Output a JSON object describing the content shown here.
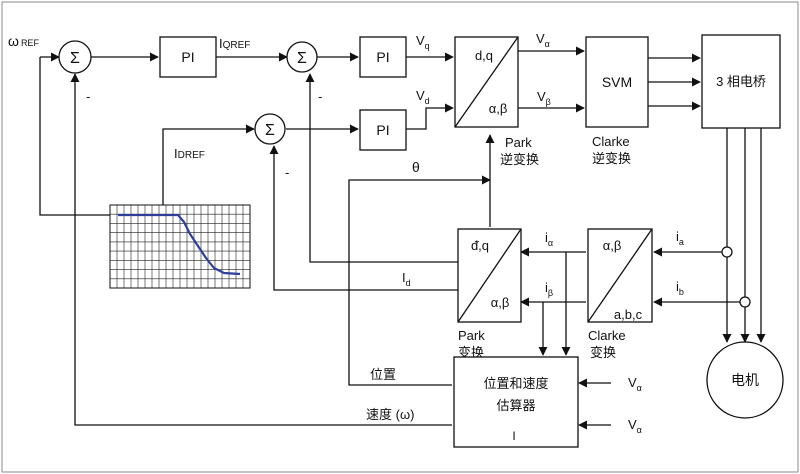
{
  "labels": {
    "omega_ref": "ω",
    "omega_ref_sub": "REF",
    "iqref": "I",
    "iqref_sub": "QREF",
    "idref": "I",
    "idref_sub": "DREF",
    "vq": "V",
    "vq_sub": "q",
    "vd": "V",
    "vd_sub": "d",
    "valpha": "V",
    "valpha_sub": "α",
    "vbeta": "V",
    "vbeta_sub": "β",
    "theta": "θ",
    "ialpha": "i",
    "ialpha_sub": "α",
    "ibeta": "i",
    "ibeta_sub": "β",
    "ia": "i",
    "ia_sub": "a",
    "ib": "i",
    "ib_sub": "b",
    "id": "I",
    "id_sub": "d",
    "position": "位置",
    "speed": "速度 (ω)",
    "est_in_1": "V",
    "est_in_1_sub": "α",
    "est_in_2": "V",
    "est_in_2_sub": "α",
    "minus": "-"
  },
  "blocks": {
    "sum_symbol": "Σ",
    "pi": "PI",
    "inv_park_top": "d,q",
    "inv_park_bottom": "α,β",
    "inv_park_caption_1": "Park",
    "inv_park_caption_2": "逆变换",
    "svm": "SVM",
    "inv_clarke_caption_1": "Clarke",
    "inv_clarke_caption_2": "逆变换",
    "bridge": "3 相电桥",
    "park_top": "ᵭ,q",
    "park_bottom": "α,β",
    "park_caption_1": "Park",
    "park_caption_2": "变换",
    "clarke_top": "α,β",
    "clarke_bottom": "a,b,c",
    "clarke_caption_1": "Clarke",
    "clarke_caption_2": "变换",
    "estimator_line1": "位置和速度",
    "estimator_line2": "估算器",
    "estimator_bottom": "I",
    "motor": "电机"
  }
}
